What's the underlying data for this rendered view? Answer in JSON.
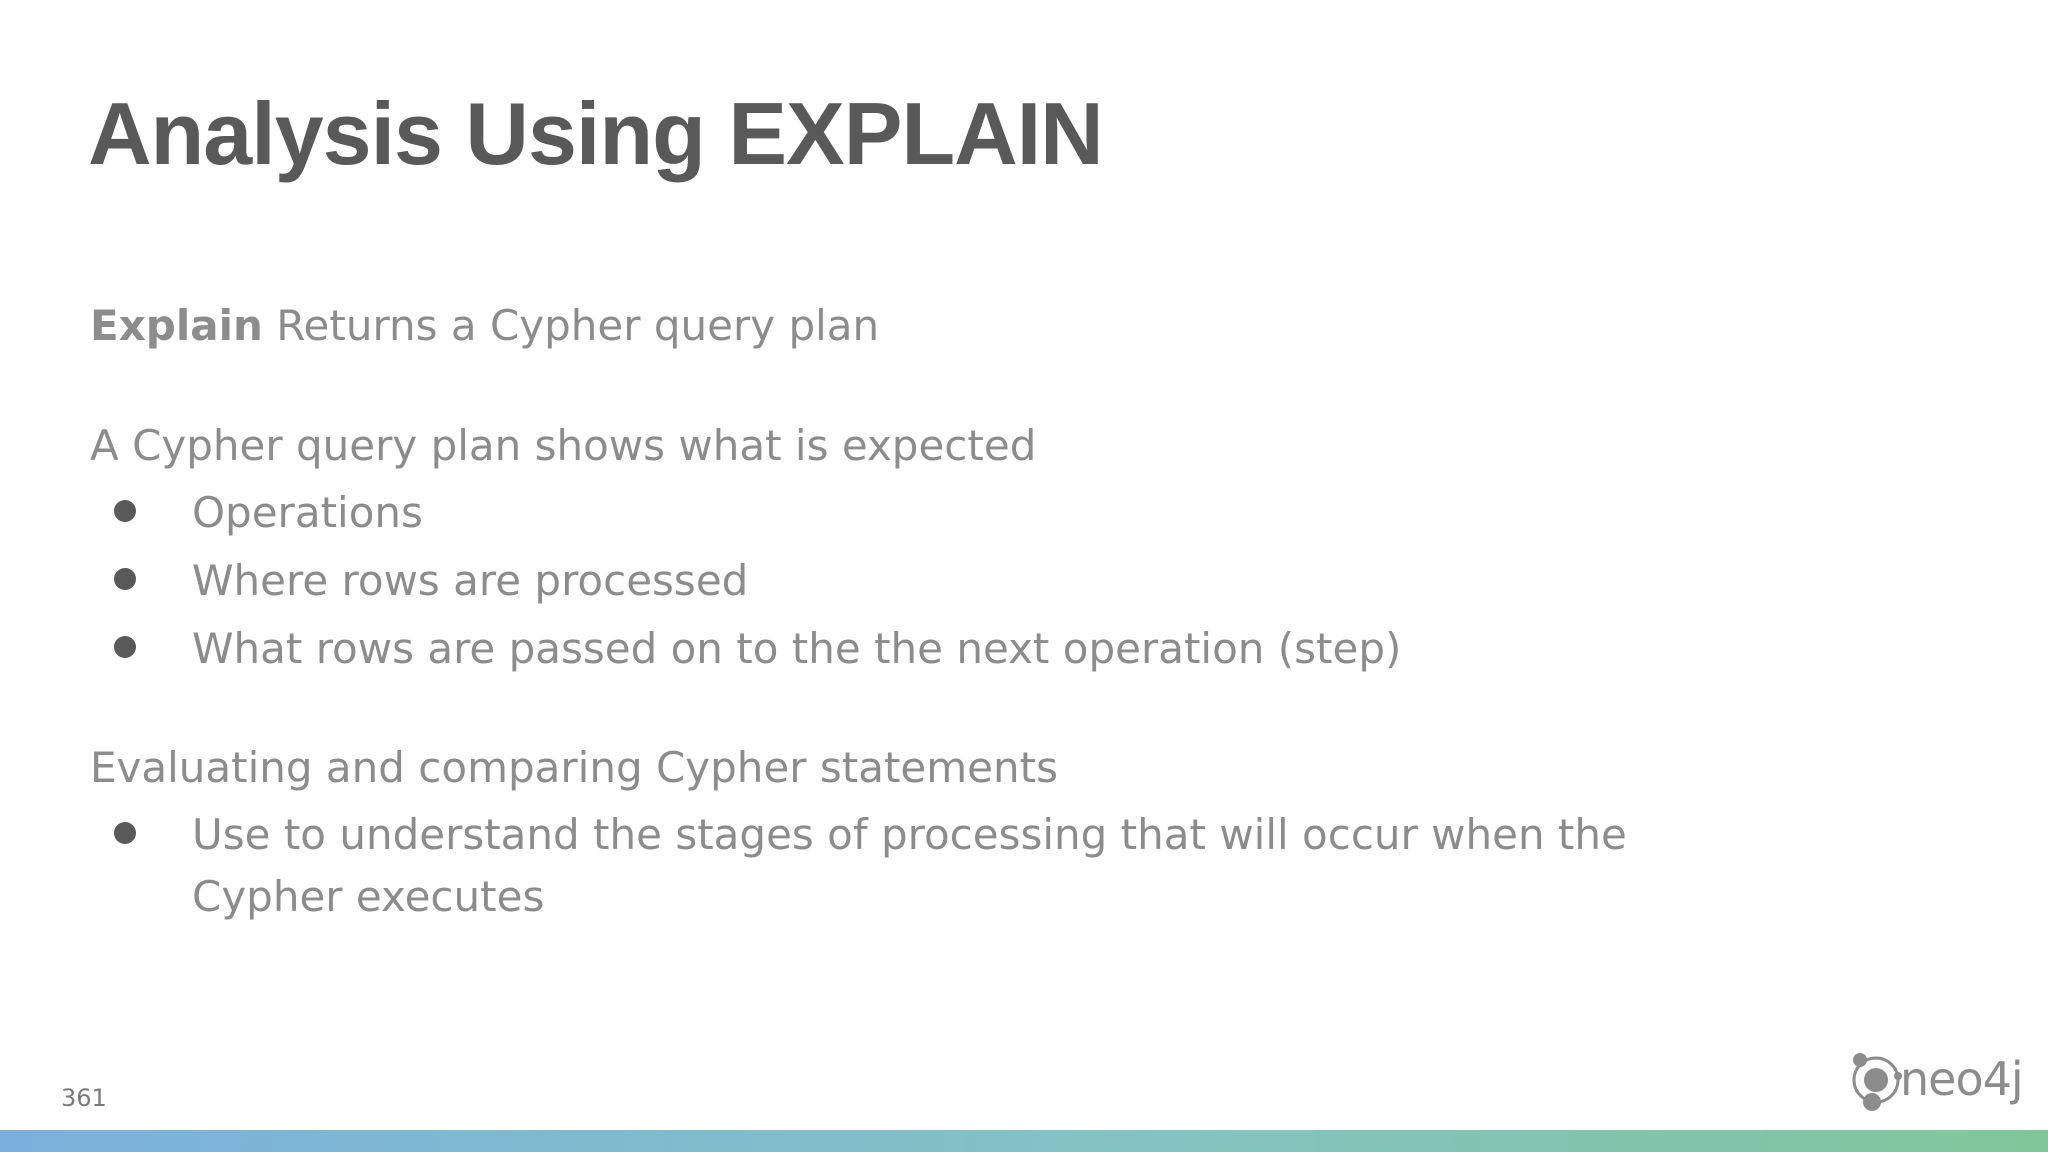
{
  "slide": {
    "title": "Analysis Using EXPLAIN",
    "explain_term": "Explain",
    "explain_desc": "Returns a Cypher query plan",
    "section1": {
      "heading": "A Cypher query plan shows what is expected",
      "bullets": [
        "Operations",
        "Where rows are processed",
        "What rows are passed on to the the next operation (step)"
      ]
    },
    "section2": {
      "heading": "Evaluating and comparing Cypher statements",
      "bullets": [
        "Use to understand the stages of processing that will occur when the",
        "Cypher executes"
      ]
    },
    "page_number": "361",
    "logo_text": "neo4j",
    "logo_icon": "neo4j-graph-icon"
  },
  "colors": {
    "title": "#595959",
    "body": "#8c8c8c",
    "bullet": "#595959",
    "bar_start": "#7bb0dc",
    "bar_end": "#7fc79a"
  }
}
